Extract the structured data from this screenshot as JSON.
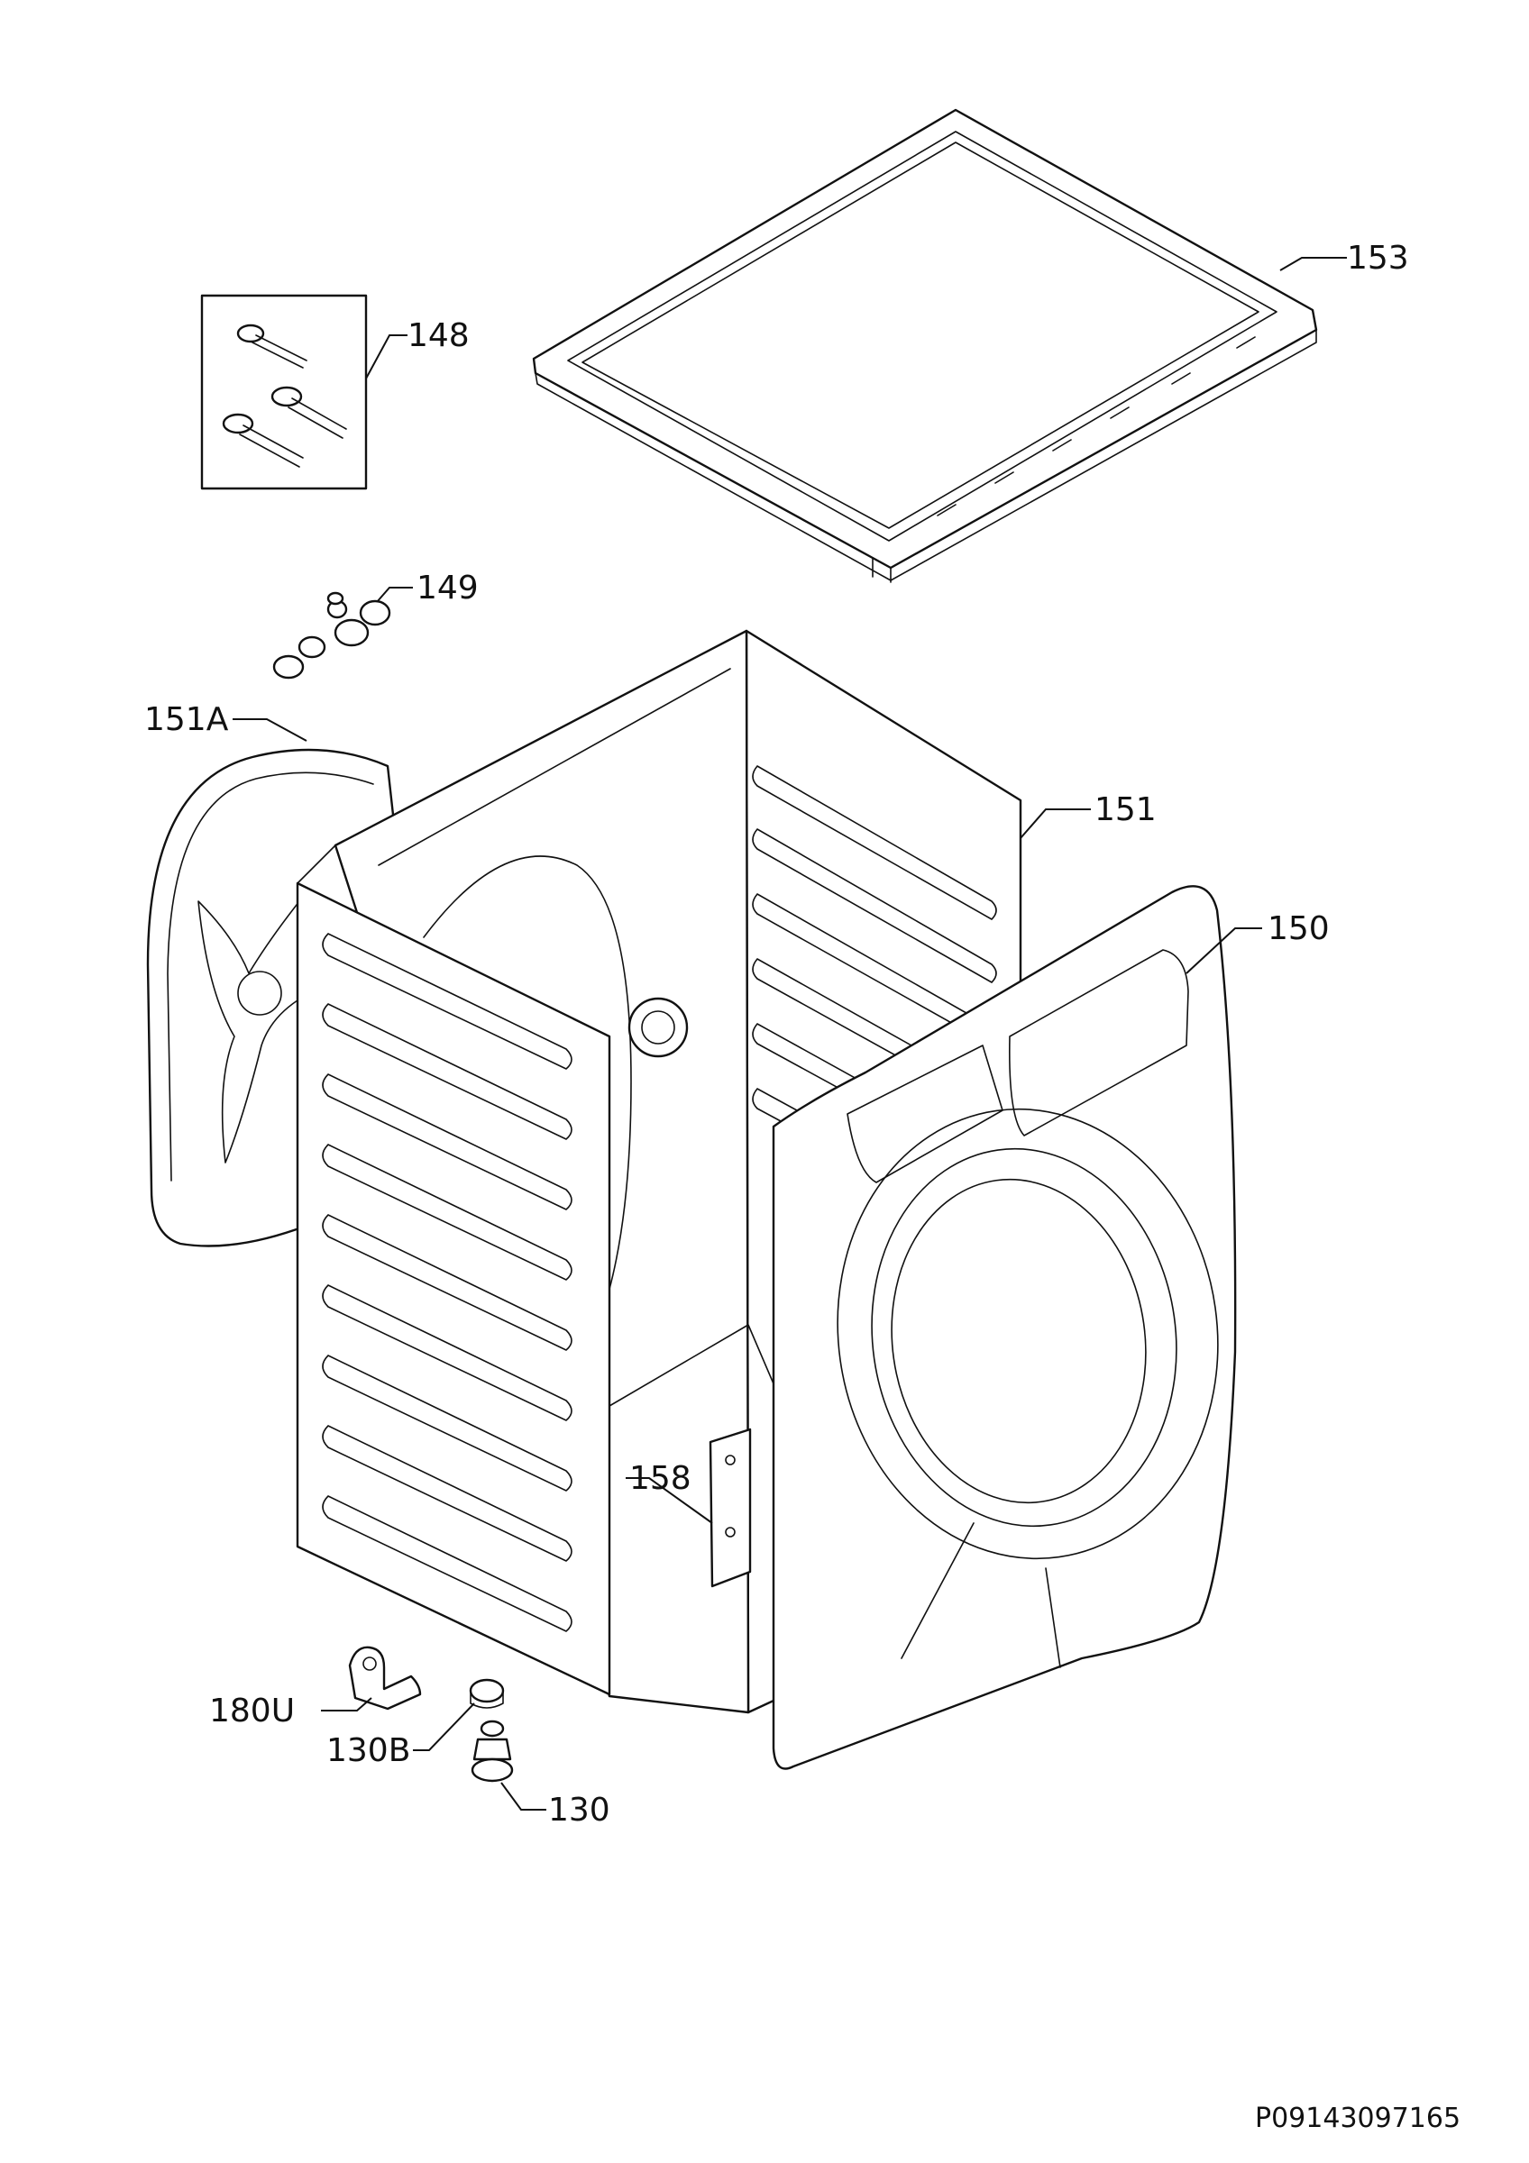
{
  "labels": {
    "p153": "153",
    "p148": "148",
    "p149": "149",
    "p151A": "151A",
    "p151": "151",
    "p150": "150",
    "p158": "158",
    "p180U": "180U",
    "p130B": "130B",
    "p130": "130"
  },
  "drawing_code": "P09143097165"
}
